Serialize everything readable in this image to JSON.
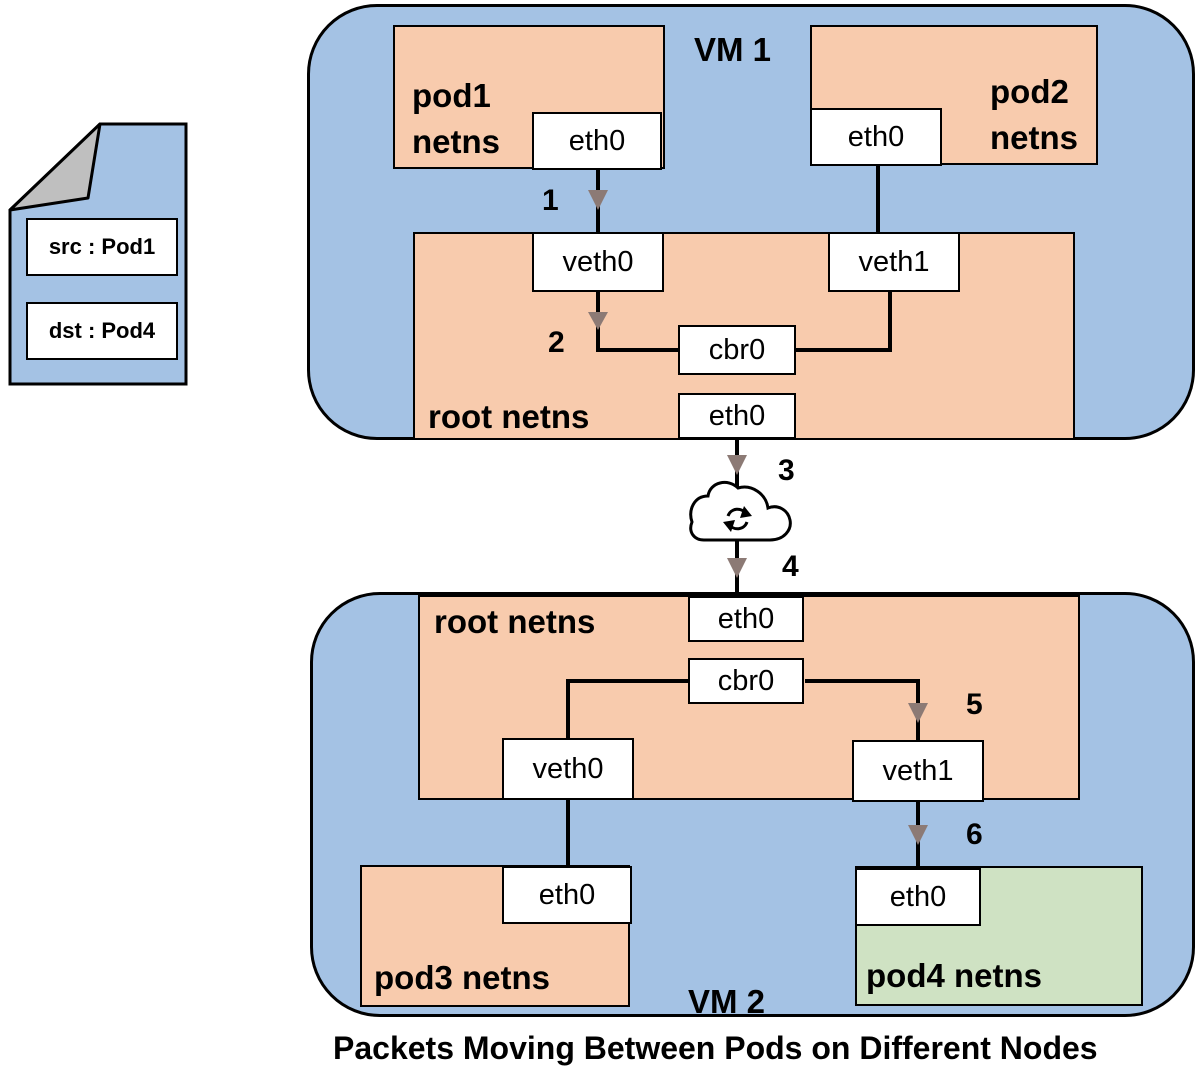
{
  "packet": {
    "src": "src : Pod1",
    "dst": "dst : Pod4"
  },
  "vm1": {
    "label": "VM 1",
    "pod1": {
      "name": "pod1",
      "ns": "netns",
      "iface": "eth0"
    },
    "pod2": {
      "name": "pod2",
      "ns": "netns",
      "iface": "eth0"
    },
    "root": {
      "label": "root netns",
      "veth0": "veth0",
      "veth1": "veth1",
      "bridge": "cbr0",
      "eth": "eth0"
    }
  },
  "vm2": {
    "label": "VM 2",
    "root": {
      "label": "root netns",
      "eth": "eth0",
      "bridge": "cbr0",
      "veth0": "veth0",
      "veth1": "veth1"
    },
    "pod3": {
      "label": "pod3 netns",
      "iface": "eth0"
    },
    "pod4": {
      "label": "pod4 netns",
      "iface": "eth0"
    }
  },
  "steps": [
    "1",
    "2",
    "3",
    "4",
    "5",
    "6"
  ],
  "icons": {
    "network": "cloud-sync-icon",
    "packet": "document-icon"
  },
  "colors": {
    "vm": "#a4c2e4",
    "netns": "#f8cbad",
    "destination_pod": "#cfe2c3",
    "arrow": "#8c7a75"
  },
  "caption": "Packets Moving Between Pods on Different Nodes"
}
